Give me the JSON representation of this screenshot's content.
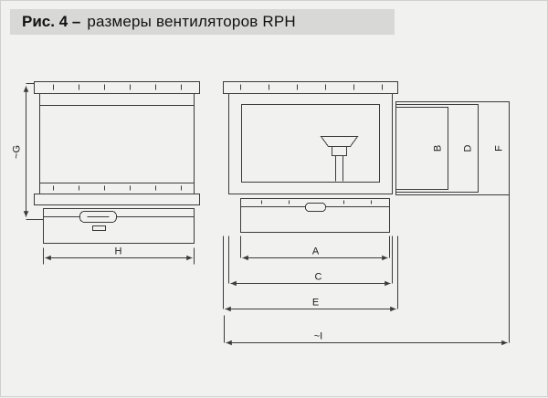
{
  "header": {
    "figure_label": "Рис. 4 –",
    "title": "размеры вентиляторов RPH"
  },
  "dimensions": {
    "left_height": "~G",
    "left_width": "H",
    "panel_b": "B",
    "panel_d": "D",
    "panel_f": "F",
    "width_a": "A",
    "width_c": "C",
    "width_e": "E",
    "overall_width": "~I"
  },
  "colors": {
    "page_bg": "#f1f1f0",
    "band_bg": "#d8d8d7",
    "line": "#3b3b3b",
    "text": "#1c1c1c"
  }
}
